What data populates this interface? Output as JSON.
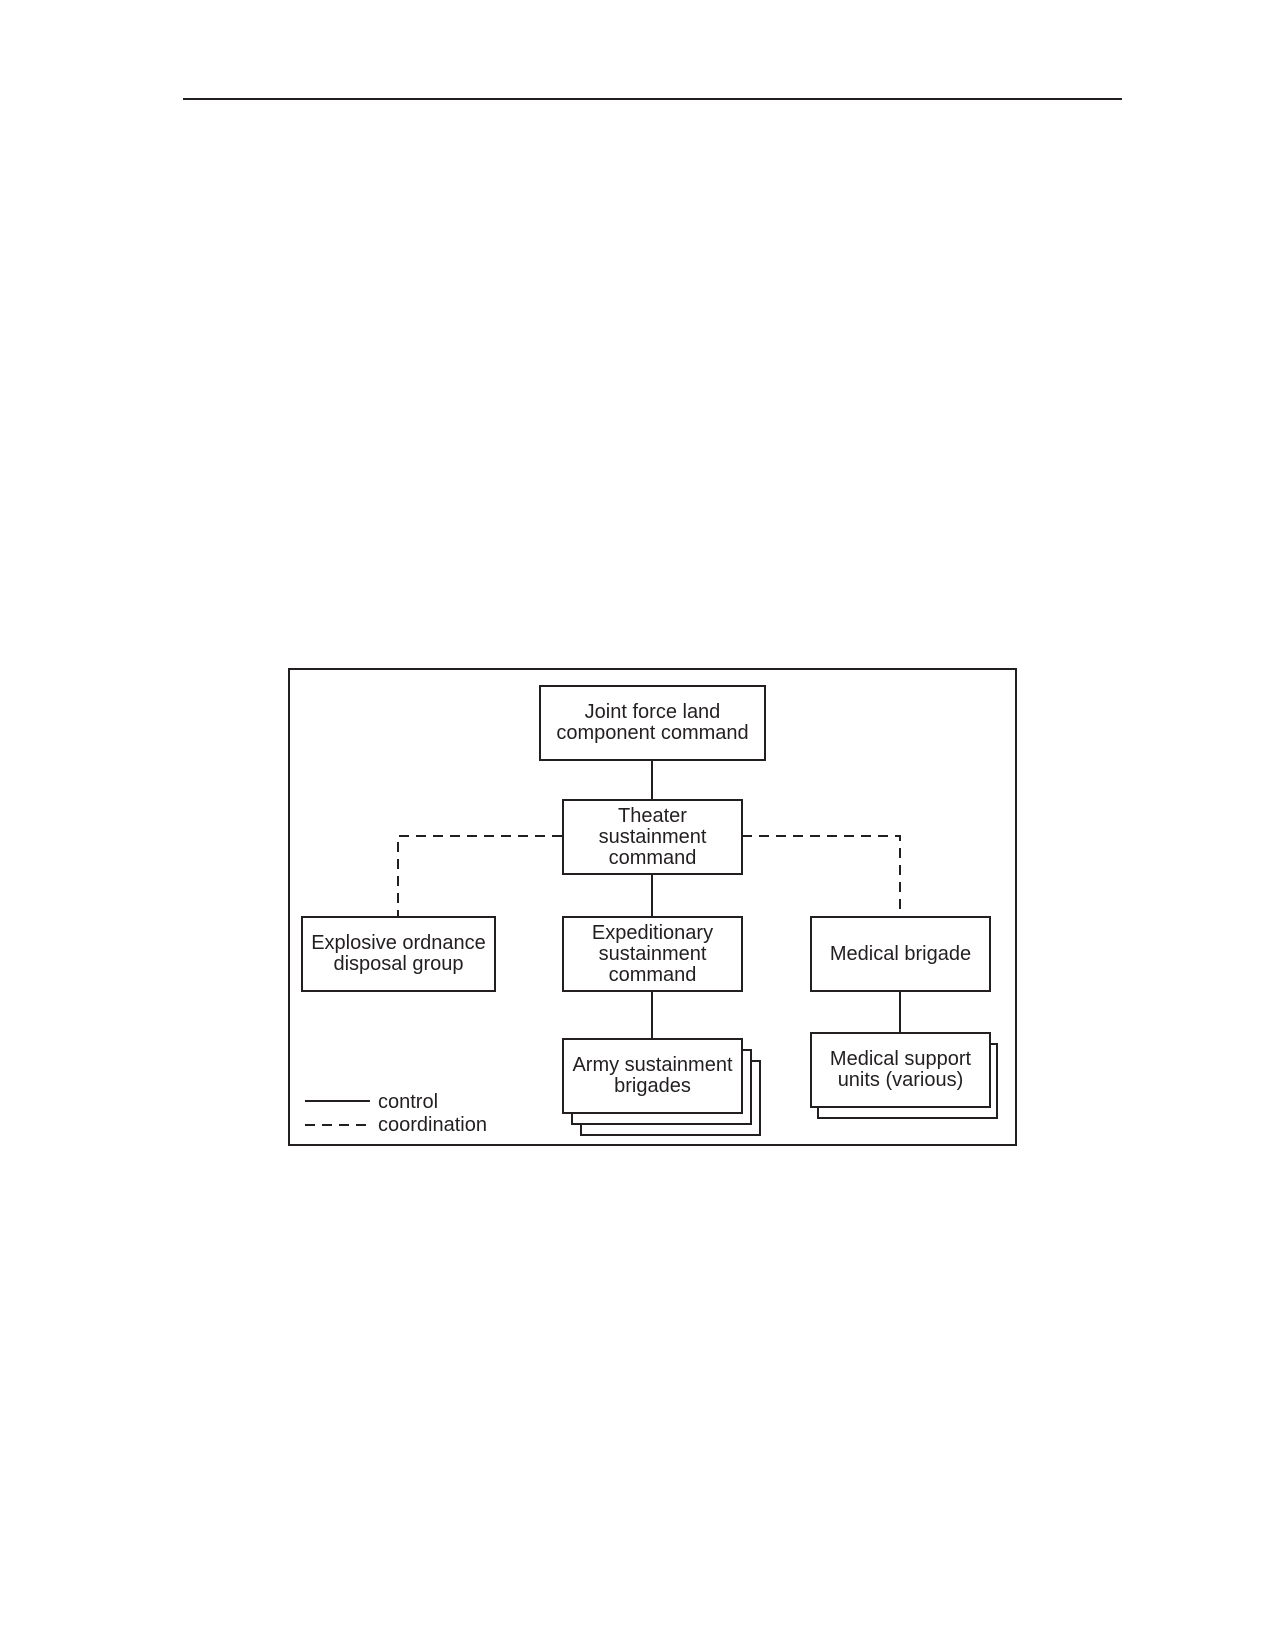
{
  "diagram": {
    "nodes": {
      "jflcc": "Joint force land\ncomponent command",
      "tsc": "Theater\nsustainment\ncommand",
      "eod": "Explosive ordnance\ndisposal group",
      "esc": "Expeditionary\nsustainment\ncommand",
      "medbde": "Medical brigade",
      "asb": "Army sustainment\nbrigades",
      "msu": "Medical support\nunits (various)"
    },
    "edges": [
      {
        "from": "jflcc",
        "to": "tsc",
        "style": "control"
      },
      {
        "from": "tsc",
        "to": "esc",
        "style": "control"
      },
      {
        "from": "esc",
        "to": "asb",
        "style": "control"
      },
      {
        "from": "medbde",
        "to": "msu",
        "style": "control"
      },
      {
        "from": "tsc",
        "to": "eod",
        "style": "coordination"
      },
      {
        "from": "tsc",
        "to": "medbde",
        "style": "coordination"
      }
    ],
    "legend": {
      "control": "control",
      "coordination": "coordination"
    }
  }
}
